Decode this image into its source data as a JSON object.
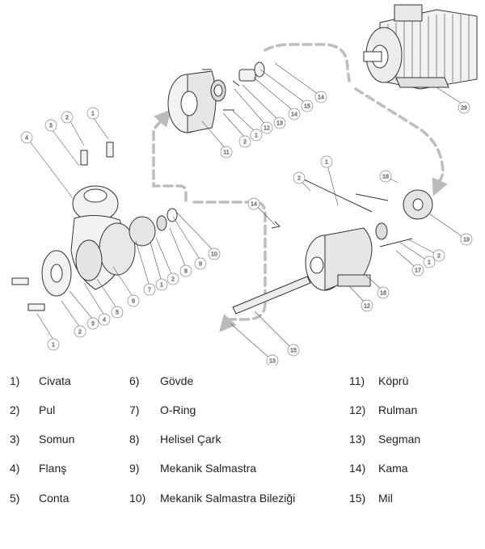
{
  "callouts": {
    "c1a": "1",
    "c2a": "2",
    "c3a": "3",
    "c4a": "4",
    "c1b": "1",
    "c2b": "2",
    "c3b": "3",
    "c4b": "4",
    "c5": "5",
    "c6": "6",
    "c7": "7",
    "c1c": "1",
    "c2c": "2",
    "c8": "8",
    "c9": "9",
    "c10": "10",
    "c11": "11",
    "c2d": "2",
    "c1d": "1",
    "c12a": "12",
    "c13a": "13",
    "c14a": "14",
    "c15a": "15",
    "c14b": "14",
    "c29": "29",
    "c14c": "14",
    "c18": "18",
    "c1e": "1",
    "c2e": "2",
    "c19": "19",
    "c2f": "2",
    "c1f": "1",
    "c17": "17",
    "c16": "16",
    "c12b": "12",
    "c15b": "15",
    "c13b": "13"
  },
  "legend": [
    {
      "num": "1)",
      "label": "Civata"
    },
    {
      "num": "2)",
      "label": "Pul"
    },
    {
      "num": "3)",
      "label": "Somun"
    },
    {
      "num": "4)",
      "label": "Flanş"
    },
    {
      "num": "5)",
      "label": "Conta"
    },
    {
      "num": "6)",
      "label": "Gövde"
    },
    {
      "num": "7)",
      "label": "O-Ring"
    },
    {
      "num": "8)",
      "label": "Helisel Çark"
    },
    {
      "num": "9)",
      "label": "Mekanik Salmastra"
    },
    {
      "num": "10)",
      "label": "Mekanik Salmastra Bileziği"
    },
    {
      "num": "11)",
      "label": "Köprü"
    },
    {
      "num": "12)",
      "label": "Rulman"
    },
    {
      "num": "13)",
      "label": "Segman"
    },
    {
      "num": "14)",
      "label": "Kama"
    },
    {
      "num": "15)",
      "label": "Mil"
    }
  ]
}
